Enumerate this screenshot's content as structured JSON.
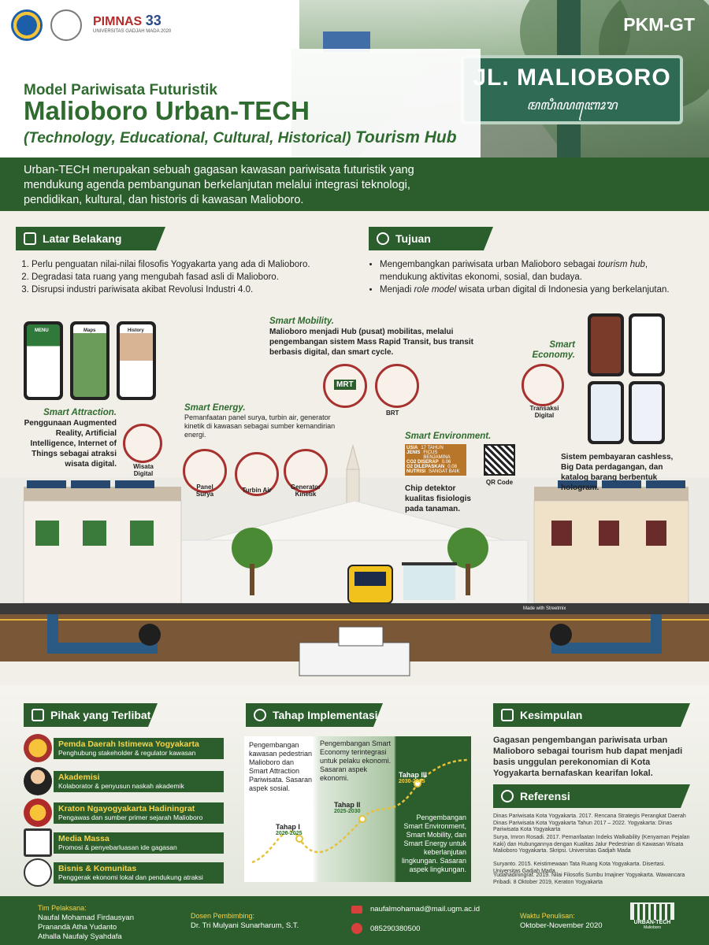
{
  "header": {
    "pimnas_label": "PIMNAS",
    "pimnas_number": "33",
    "pimnas_sub": "UNIVERSITAS GADJAH MADA 2020",
    "pkm": "PKM-GT",
    "sign_text": "JL. MALIOBORO",
    "subtitle": "Model Pariwisata Futuristik",
    "title": "Malioboro Urban-TECH",
    "tagline_paren": "(Technology, Educational, Cultural, Historical)",
    "tagline_hub": "Tourism Hub",
    "description": "Urban-TECH merupakan sebuah gagasan kawasan pariwisata futuristik yang mendukung agenda pembangunan berkelanjutan melalui integrasi teknologi, pendidikan, kultural, dan historis di kawasan Malioboro."
  },
  "latar": {
    "heading": "Latar Belakang",
    "items": [
      "Perlu penguatan nilai-nilai filosofis Yogyakarta yang ada di Malioboro.",
      "Degradasi tata ruang yang mengubah fasad asli di Malioboro.",
      "Disrupsi industri pariwisata akibat Revolusi Industri 4.0."
    ]
  },
  "tujuan": {
    "heading": "Tujuan",
    "item1_a": "Mengembangkan pariwisata urban Malioboro sebagai ",
    "item1_b": "tourism hub",
    "item1_c": ", mendukung aktivitas ekonomi, sosial, dan budaya.",
    "item2_a": "Menjadi ",
    "item2_b": "role model",
    "item2_c": " wisata urban digital di Indonesia yang berkelanjutan."
  },
  "scene": {
    "phones": [
      "MENU",
      "Maps",
      "History"
    ],
    "attraction_title": "Smart Attraction.",
    "attraction_text": "Penggunaan Augmented Reality, Artificial Intelligence, Internet of Things sebagai atraksi wisata digital.",
    "wisata_digital": "Wisata Digital",
    "energy_title": "Smart Energy.",
    "energy_text": "Pemanfaatan panel surya, turbin air, generator kinetik di kawasan sebagai sumber kemandirian energi.",
    "panel_surya": "Panel Surya",
    "turbin_air": "Turbin Air",
    "generator": "Generator Kinetik",
    "mobility_title": "Smart Mobility.",
    "mobility_text": "Malioboro menjadi Hub (pusat) mobilitas, melalui pengembangan sistem Mass Rapid Transit, bus transit berbasis digital, dan smart cycle.",
    "mrt": "MRT",
    "brt": "BRT",
    "economy_title": "Smart Economy.",
    "transaksi": "Transaksi Digital",
    "economy_text": "Sistem pembayaran cashless, Big Data perdagangan, dan katalog barang berbentuk hologram.",
    "environment_title": "Smart Environment.",
    "chip_rows": [
      [
        "USIA",
        "17 TAHUN"
      ],
      [
        "JENIS",
        "FICUS BENJAMINA"
      ],
      [
        "CO2 DISERAP",
        "0.06"
      ],
      [
        "O2 DILEPASKAN",
        "0.08"
      ],
      [
        "NUTRISI",
        "SANGAT BAIK"
      ]
    ],
    "qr": "QR Code",
    "chip_text": "Chip detektor kualitas fisiologis pada tanaman.",
    "streetmix": "Made with Streetmix"
  },
  "pihak": {
    "heading": "Pihak yang Terlibat",
    "orgs": [
      {
        "name": "Pemda Daerah Istimewa Yogyakarta",
        "desc": "Penghubung stakeholder & regulator kawasan"
      },
      {
        "name": "Akademisi",
        "desc": "Kolaborator & penyusun naskah akademik"
      },
      {
        "name": "Kraton Ngayogyakarta Hadiningrat",
        "desc": "Pengawas dan sumber primer sejarah Malioboro"
      },
      {
        "name": "Media Massa",
        "desc": "Promosi & penyebarluasan ide gagasan"
      },
      {
        "name": "Bisnis & Komunitas",
        "desc": "Penggerak ekonomi lokal dan pendukung atraksi"
      }
    ]
  },
  "tahap": {
    "heading": "Tahap Implementasi",
    "col1": "Pengembangan kawasan pedestrian Malioboro dan Smart Attraction Pariwisata. Sasaran aspek sosial.",
    "col2": "Pengembangan Smart Economy terintegrasi untuk pelaku ekonomi. Sasaran aspek ekonomi.",
    "col3": "Pengembangan Smart Environment, Smart Mobility, dan Smart Energy untuk keberlanjutan lingkungan. Sasaran aspek lingkungan.",
    "t1": "Tahap I",
    "t1y": "2020-2025",
    "t2": "Tahap II",
    "t2y": "2025-2030",
    "t3": "Tahap III",
    "t3y": "2030-2035"
  },
  "kesimpulan": {
    "heading": "Kesimpulan",
    "text": "Gagasan pengembangan pariwisata urban Malioboro sebagai tourism hub dapat menjadi basis unggulan perekonomian di Kota Yogyakarta bernafaskan kearifan lokal."
  },
  "referensi": {
    "heading": "Referensi",
    "items": [
      "Dinas Pariwisata Kota Yogyakarta. 2017. Rencana Strategis Perangkat Daerah Dinas Pariwisata Kota Yogyakarta Tahun 2017 – 2022. Yogyakarta: Dinas Pariwisata Kota Yogyakarta",
      "Surya, Imron Rosadi. 2017. Pemanfaatan Indeks Walkability (Kenyaman Pejalan Kaki) dan Hubungannya dengan Kualitas Jalur Pedestrian di Kawasan Wisata Malioboro Yogyakarta. Skripsi. Universitas Gadjah Mada",
      "Suryanto. 2015. Keistimewaan Tata Ruang Kota Yogyakarta. Disertasi. Universitas Gadjah Mada.",
      "Yudahadiningrat. 2019. Nilai Filosofis Sumbu Imajiner Yogyakarta. Wawancara Pribadi. 8 Oktober 2019, Keraton Yogyakarta"
    ]
  },
  "footer": {
    "tim_label": "Tim Pelaksana:",
    "tim": [
      "Naufal Mohamad Firdausyan",
      "Pranandà Atha Yudanto",
      "Athalla Naufaly Syahdafa"
    ],
    "dosen_label": "Dosen Pembimbing:",
    "dosen": "Dr. Tri Mulyani Sunarharum, S.T.",
    "email": "naufalmohamad@mail.ugm.ac.id",
    "phone": "085290380500",
    "waktu_label": "Waktu Penulisan:",
    "waktu": "Oktober-November 2020",
    "logo_name": "URBAN-TECH",
    "logo_sub": "Malioboro"
  },
  "colors": {
    "primary_green": "#2b5e2c",
    "accent_red": "#a7312f",
    "accent_yellow": "#f6d34a"
  },
  "icons": [
    "document-icon",
    "target-icon",
    "people-icon",
    "gear-icon",
    "checklist-icon",
    "link-icon",
    "mail-icon",
    "phone-icon"
  ]
}
